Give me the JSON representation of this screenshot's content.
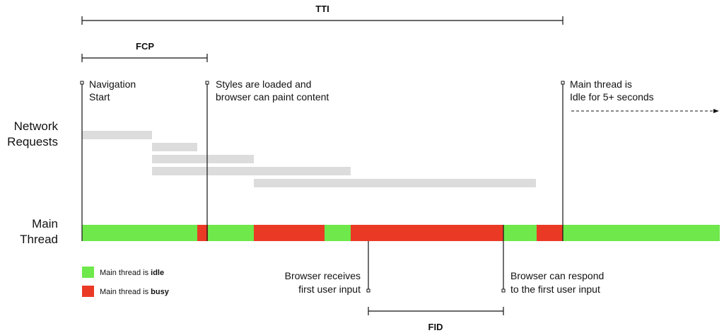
{
  "colors": {
    "idle": "#6ee84a",
    "busy": "#ea3a26",
    "network": "#dcdcdc",
    "line": "#111111"
  },
  "brackets": {
    "tti": "TTI",
    "fcp": "FCP",
    "fid": "FID"
  },
  "row_labels": {
    "network": [
      "Network",
      "Requests"
    ],
    "main": [
      "Main",
      "Thread"
    ]
  },
  "markers": {
    "navigation_start": [
      "Navigation",
      "Start"
    ],
    "styles_loaded": [
      "Styles are loaded and",
      "browser can paint content"
    ],
    "idle": [
      "Main thread is",
      "Idle for 5+ seconds"
    ],
    "first_input": [
      "Browser receives",
      "first user input"
    ],
    "respond": [
      "Browser can respond",
      "to the first user input"
    ]
  },
  "legend": {
    "idle": {
      "prefix": "Main thread is ",
      "bold": "idle"
    },
    "busy": {
      "prefix": "Main thread is ",
      "bold": "busy"
    }
  }
}
